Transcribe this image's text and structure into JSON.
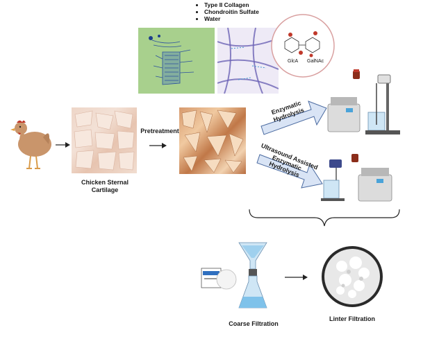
{
  "composition": {
    "items": [
      "Type II Collagen",
      "Chondroitin Sulfate",
      "Water"
    ],
    "molecule_labels": [
      "GlcA",
      "GalNAc"
    ]
  },
  "labels": {
    "cartilage": "Chicken Sternal\nCartilage",
    "pretreatment": "Pretreatment",
    "enzymatic": "Enzymatic\nHydrolysis",
    "ultrasound": "Ultrasound Assisted\nEnzymatic\nHydrolysis",
    "coarse_filtration": "Coarse Filtration",
    "linter_filtration": "Linter Filtration"
  },
  "icons": [
    "chicken-icon",
    "cartilage-photo",
    "collagen-diagram",
    "fiber-network",
    "molecule-icon",
    "pretreated-photo",
    "water-bath-stirrer-icon",
    "ultrasound-device-icon",
    "funnel-flask-icon",
    "filter-paper-box-icon",
    "filtered-powder-photo"
  ],
  "colors": {
    "arrow_fill": "#d9e4f5",
    "arrow_stroke": "#4a6aa0",
    "diagram_bg": "#a8d08d",
    "fiber_color": "#6c63b5"
  }
}
